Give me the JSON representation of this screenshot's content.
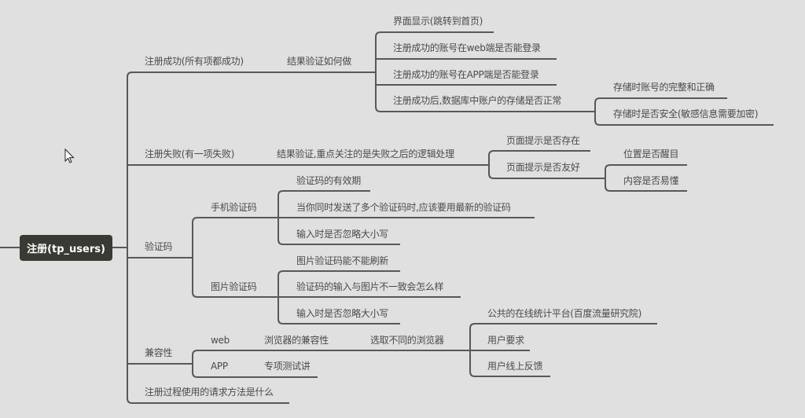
{
  "root": "注册(tp_users)",
  "branches": {
    "success": {
      "label": "注册成功(所有项都成功)",
      "sub": "结果验证如何做",
      "items": [
        "界面显示(跳转到首页)",
        "注册成功的账号在web端是否能登录",
        "注册成功的账号在APP端是否能登录",
        "注册成功后,数据库中账户的存储是否正常"
      ],
      "storage": [
        "存储时账号的完整和正确",
        "存储时是否安全(敏感信息需要加密)"
      ]
    },
    "failure": {
      "label": "注册失败(有一项失败)",
      "sub": "结果验证,重点关注的是失败之后的逻辑处理",
      "items": [
        "页面提示是否存在",
        "页面提示是否友好"
      ],
      "friendly": [
        "位置是否醒目",
        "内容是否易懂"
      ]
    },
    "captcha": {
      "label": "验证码",
      "phone": {
        "label": "手机验证码",
        "items": [
          "验证码的有效期",
          "当你同时发送了多个验证码时,应该要用最新的验证码",
          "输入时是否忽略大小写"
        ]
      },
      "image": {
        "label": "图片验证码",
        "items": [
          "图片验证码能不能刷新",
          "验证码的输入与图片不一致会怎么样",
          "输入时是否忽略大小写"
        ]
      }
    },
    "compat": {
      "label": "兼容性",
      "web": {
        "label": "web",
        "sub": "浏览器的兼容性",
        "sub2": "选取不同的浏览器",
        "items": [
          "公共的在线统计平台(百度流量研究院)",
          "用户要求",
          "用户线上反馈"
        ]
      },
      "app": {
        "label": "APP",
        "sub": "专项测试讲"
      }
    },
    "method": {
      "label": "注册过程使用的请求方法是什么"
    }
  }
}
